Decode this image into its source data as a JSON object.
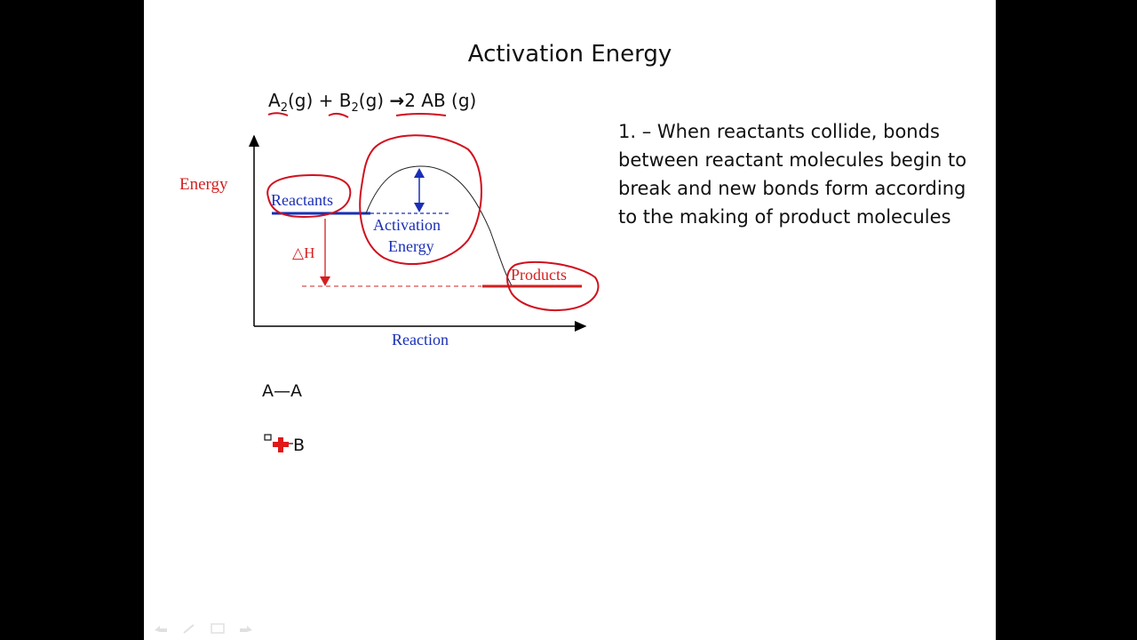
{
  "slide": {
    "title": "Activation Energy",
    "equation": {
      "a": "A",
      "a_sub": "2",
      "a_state": "(g) + ",
      "b": "B",
      "b_sub": "2",
      "b_state": "(g) ",
      "arrow": "→",
      "product": "2 AB",
      "product_state": " (g)"
    },
    "bullet_text": "1. – When reactants collide, bonds between reactant molecules begin to break and new bonds form according to the making of product molecules",
    "molecule_a": "A—A",
    "molecule_b": "B"
  },
  "diagram": {
    "y_label": "Energy",
    "x_label": "Reaction",
    "reactants_label": "Reactants",
    "products_label": "Products",
    "activation_label_1": "Activation",
    "activation_label_2": "Energy",
    "delta_h_label": "△H"
  },
  "colors": {
    "annotation_red": "#d0101e",
    "diagram_blue": "#1a2fb5",
    "diagram_red": "#d41f1f"
  },
  "icons": [
    "pen-cursor-icon",
    "prev-slide-icon",
    "pen-tool-icon",
    "slide-menu-icon",
    "next-slide-icon"
  ]
}
